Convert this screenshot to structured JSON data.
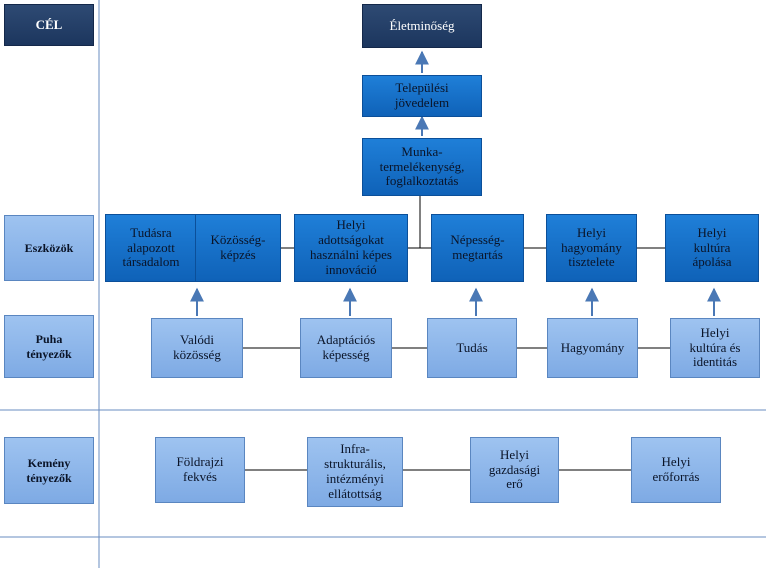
{
  "rows": {
    "cel": "CÉL",
    "eszkozok": "Eszközök",
    "puha": "Puha\ntényezők",
    "kemeny": "Kemény\ntényezők"
  },
  "top": {
    "eletminoseg": "Életminőség",
    "jovedelem": "Települési\njövedelem",
    "munka": "Munka-\ntermelékenység,\nfoglalkoztatás"
  },
  "eszkozok": [
    "Tudásra\nalapozott\ntársadalom",
    "Közösség-\nképzés",
    "Helyi\nadottságokat\nhasználni képes\ninnováció",
    "Népesség-\nmegtartás",
    "Helyi\nhagyomány\ntisztelete",
    "Helyi\nkultúra\nápolása"
  ],
  "puha": [
    "Valódi\nközösség",
    "Adaptációs\nképesség",
    "Tudás",
    "Hagyomány",
    "Helyi\nkultúra és\nidentitás"
  ],
  "kemeny": [
    "Földrajzi\nfekvés",
    "Infra-\nstrukturális,\nintézményi\nellátottság",
    "Helyi\ngazdasági\nerő",
    "Helyi\nerőforrás"
  ],
  "colors": {
    "dark": "#1c365e",
    "mid": "#1070c8",
    "pale": "#8fb8ea",
    "line": "#4a78b5"
  }
}
